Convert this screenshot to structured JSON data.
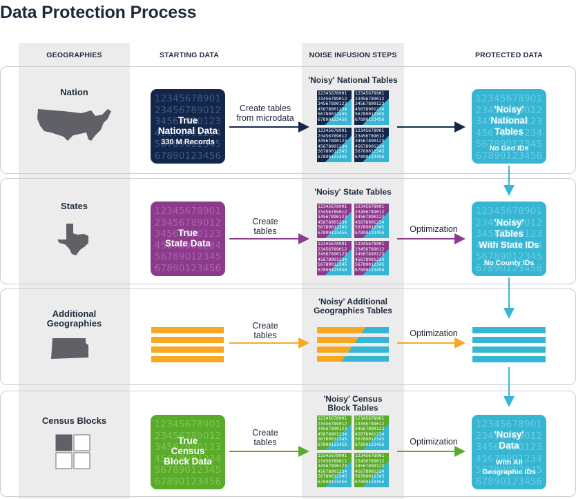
{
  "title": "Data Protection Process",
  "columns": {
    "geographies": "GEOGRAPHIES",
    "starting": "STARTING DATA",
    "noise": "NOISE INFUSION STEPS",
    "protected": "PROTECTED DATA"
  },
  "colors": {
    "navy": "#14264a",
    "purple": "#8c3a8c",
    "orange": "#f7a823",
    "green": "#5aab2a",
    "cyan": "#36b6d3",
    "gray": "#5f6166"
  },
  "digit_lines": [
    "12345678901",
    "23456789012",
    "34567890123",
    "45678901234",
    "56789012345",
    "67890123456"
  ],
  "tile_lines": [
    "12345678901",
    "23456789012",
    "34567890123",
    "45678901234",
    "56789012345",
    "67890123456"
  ],
  "rows": {
    "nation": {
      "geo": "Nation",
      "box_line1": "True",
      "box_line2": "National Data",
      "box_line3": "330 M Records",
      "arrow_label": "Create tables\nfrom microdata",
      "noisy_title": "'Noisy' National Tables",
      "prot_line1": "'Noisy'",
      "prot_line2": "National",
      "prot_line3": "Tables",
      "prot_line4": "No Geo IDs"
    },
    "states": {
      "geo": "States",
      "box_line1": "True",
      "box_line2": "State Data",
      "arrow_label": "Create\ntables",
      "noisy_title": "'Noisy' State Tables",
      "opt_label": "Optimization",
      "prot_line1": "'Noisy'",
      "prot_line2": "Tables",
      "prot_line3": "With State IDs",
      "prot_line4": "No County IDs"
    },
    "additional": {
      "geo": "Additional\nGeographies",
      "arrow_label": "Create\ntables",
      "noisy_title": "'Noisy' Additional\nGeographies  Tables",
      "opt_label": "Optimization"
    },
    "blocks": {
      "geo": "Census Blocks",
      "box_line1": "True",
      "box_line2": "Census",
      "box_line3": "Block Data",
      "arrow_label": "Create\ntables",
      "noisy_title": "'Noisy' Census\nBlock Tables",
      "opt_label": "Optimization",
      "prot_line1": "'Noisy'",
      "prot_line2": "Data",
      "prot_line3": "With All",
      "prot_line4": "Geographic IDs"
    }
  }
}
